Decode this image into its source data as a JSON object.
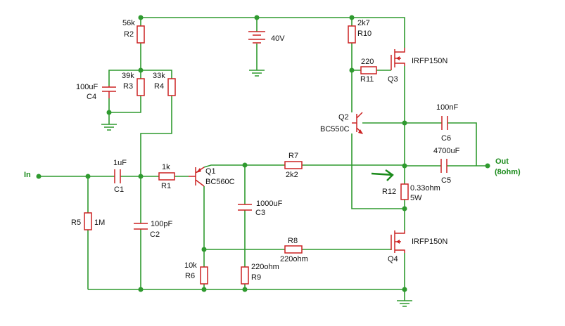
{
  "labels": {
    "r2_value": "56k",
    "r2_name": "R2",
    "r3_value": "39k",
    "r3_name": "R3",
    "r4_value": "33k",
    "r4_name": "R4",
    "c4_value": "100uF",
    "c4_name": "C4",
    "supply": "40V",
    "r10_value": "2k7",
    "r10_name": "R10",
    "r11_value": "220",
    "r11_name": "R11",
    "q3_type": "IRFP150N",
    "q3_name": "Q3",
    "q2_name": "Q2",
    "q2_type": "BC550C",
    "c6_value": "100nF",
    "c6_name": "C6",
    "c5_value": "4700uF",
    "c5_name": "C5",
    "out_label": "Out",
    "out_load": "(8ohm)",
    "in_label": "In",
    "c1_value": "1uF",
    "c1_name": "C1",
    "r1_value": "1k",
    "r1_name": "R1",
    "q1_name": "Q1",
    "q1_type": "BC560C",
    "r7_name": "R7",
    "r7_value": "2k2",
    "r12_name": "R12",
    "r12_value": "0.33ohm",
    "r12_power": "5W",
    "c3_value": "1000uF",
    "c3_name": "C3",
    "r5_name": "R5",
    "r5_value": "1M",
    "c2_value": "100pF",
    "c2_name": "C2",
    "r8_name": "R8",
    "r8_value": "220ohm",
    "q4_type": "IRFP150N",
    "q4_name": "Q4",
    "r6_value": "10k",
    "r6_name": "R6",
    "r9_value": "220ohm",
    "r9_name": "R9"
  },
  "colors": {
    "wire": "#2f9a2f",
    "component": "#cc2222",
    "text": "#111111",
    "io_text": "#1a8a1a"
  }
}
